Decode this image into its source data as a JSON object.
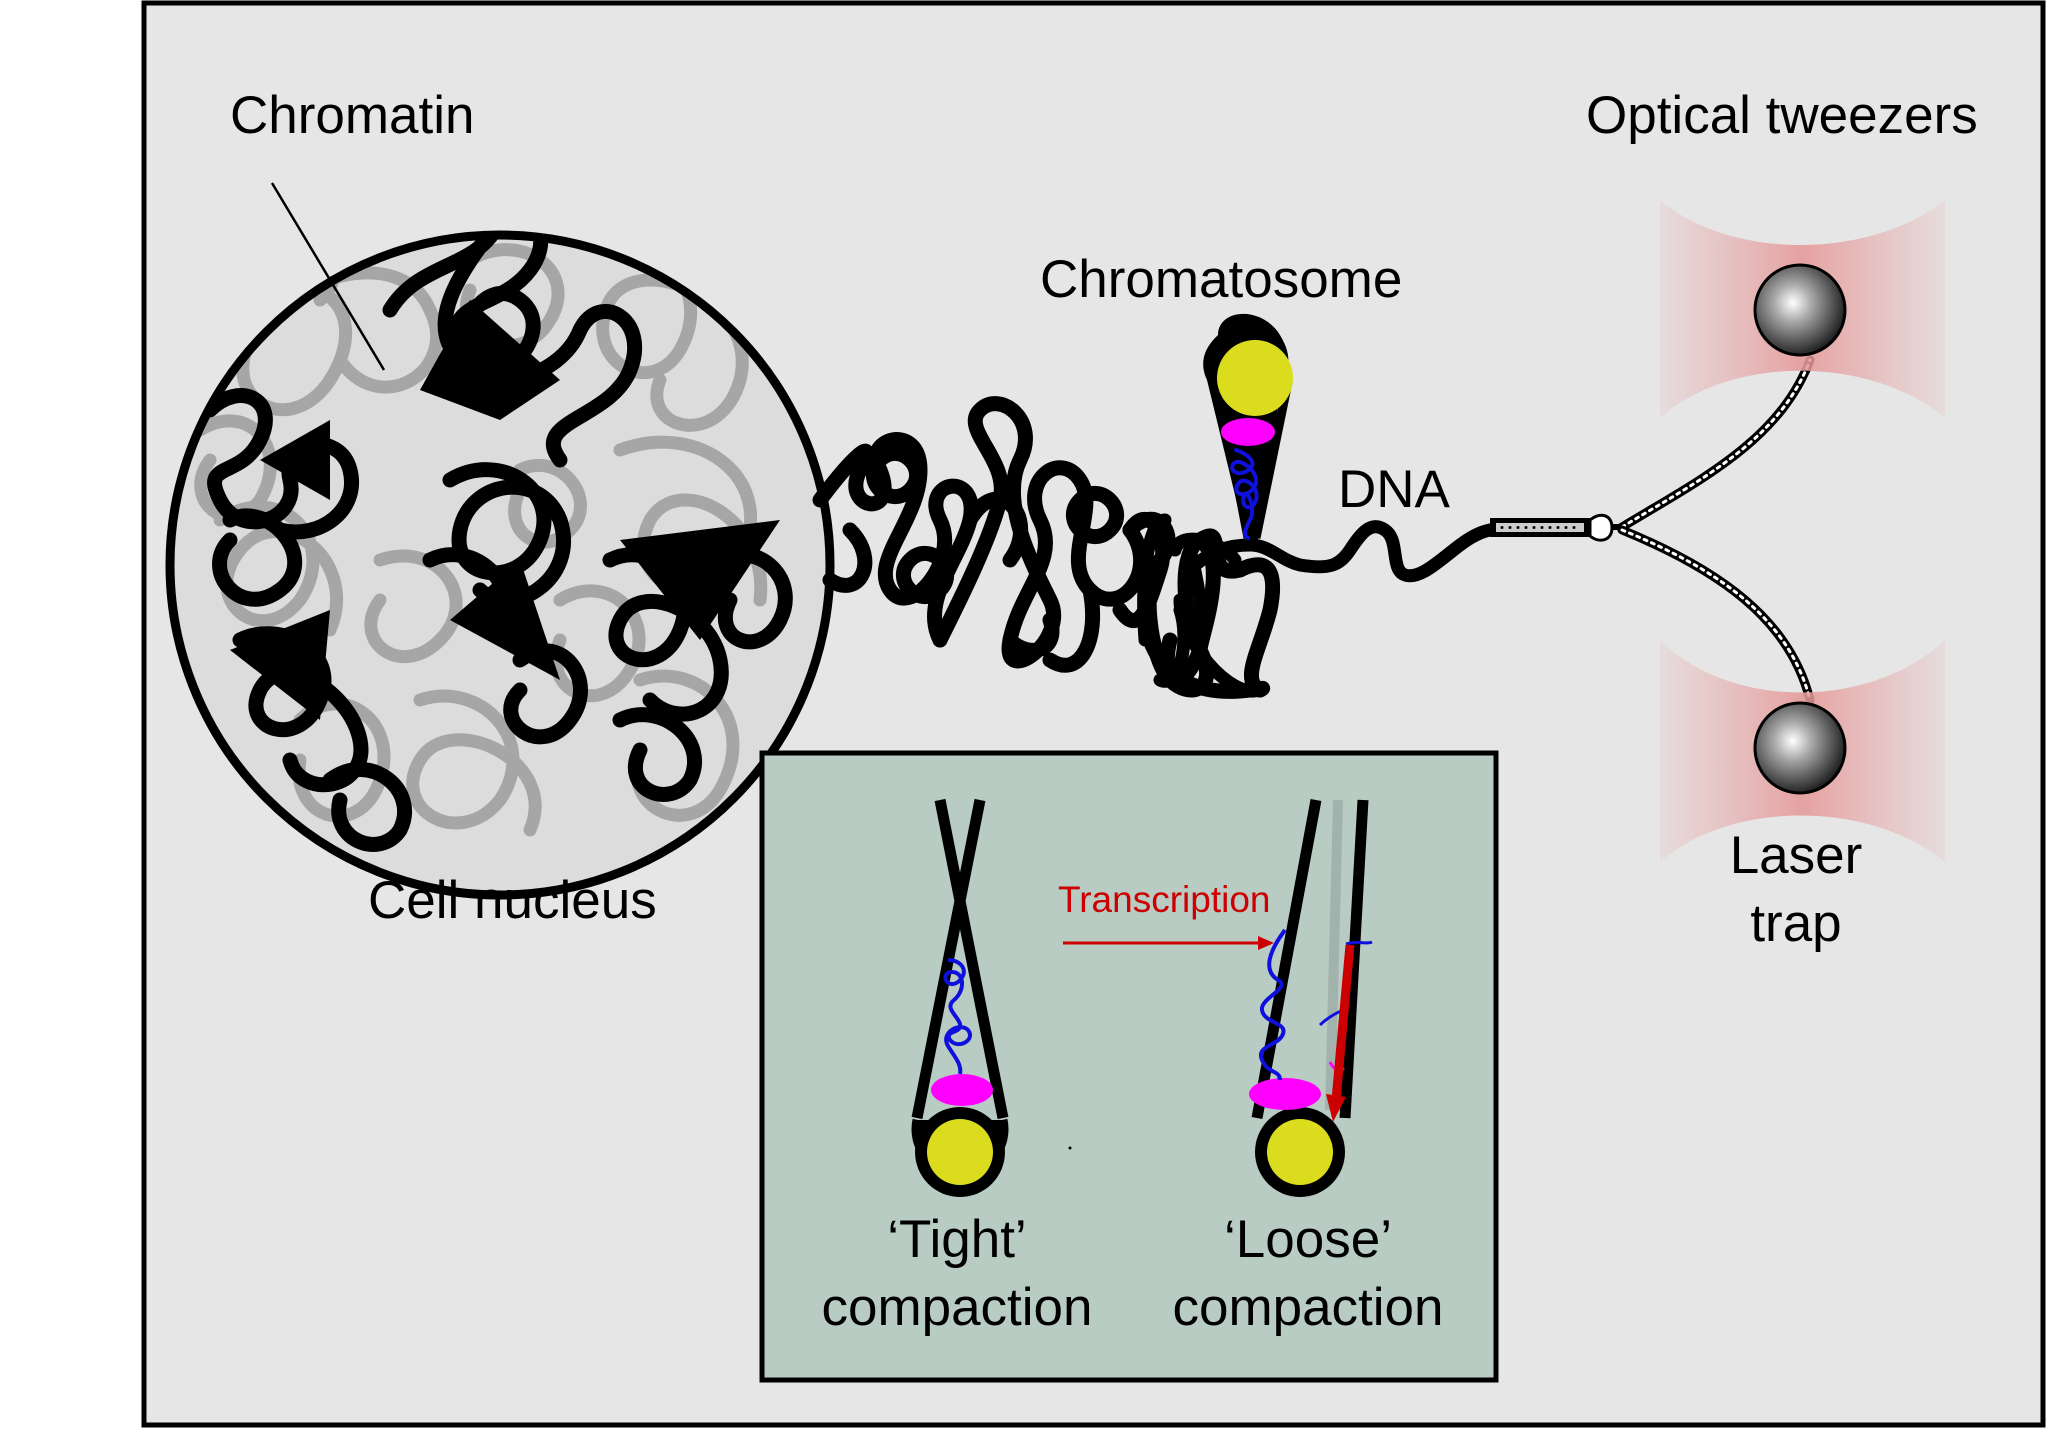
{
  "labels": {
    "chromatin": "Chromatin",
    "cell_nucleus": "Cell nucleus",
    "chromatosome": "Chromatosome",
    "dna": "DNA",
    "optical_tweezers": "Optical tweezers",
    "laser": "Laser",
    "trap": "trap"
  },
  "inset": {
    "transcription": "Transcription",
    "tight_line1": "‘Tight’",
    "tight_line2": "compaction",
    "loose_line1": "‘Loose’",
    "loose_line2": "compaction"
  },
  "colors": {
    "background": "#e6e6e6",
    "inset_background": "#b8ccc4",
    "histone_core": "#dcdc1e",
    "linker_histone": "#ff00ff",
    "linker_dna": "#1010dd",
    "transcription_arrow": "#cc0000",
    "laser_beam": "#e8a0a0",
    "gray_chromatin": "#a6a6a6"
  }
}
